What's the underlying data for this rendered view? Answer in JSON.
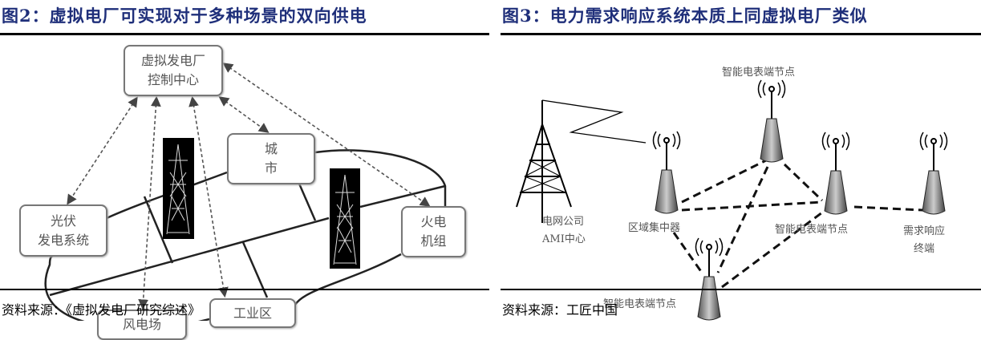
{
  "left": {
    "title": "图2：虚拟电厂可实现对于多种场景的双向供电",
    "control_center": [
      "虚拟发电厂",
      "控制中心"
    ],
    "city": [
      "城",
      "市"
    ],
    "pv": [
      "光伏",
      "发电系统"
    ],
    "thermal": [
      "火电",
      "机组"
    ],
    "wind": "风电场",
    "industrial": "工业区",
    "source": "资料来源：《虚拟发电厂研究综述》"
  },
  "right": {
    "title": "图3：电力需求响应系统本质上同虚拟电厂类似",
    "ami": [
      "电网公司",
      "AMI中心"
    ],
    "concentrator": "区域集中器",
    "meter_top": "智能电表端节点",
    "meter_right": "智能电表端节点",
    "meter_bottom": "智能电表端节点",
    "terminal": [
      "需求响应",
      "终端"
    ],
    "source": "资料来源：工匠中国"
  }
}
